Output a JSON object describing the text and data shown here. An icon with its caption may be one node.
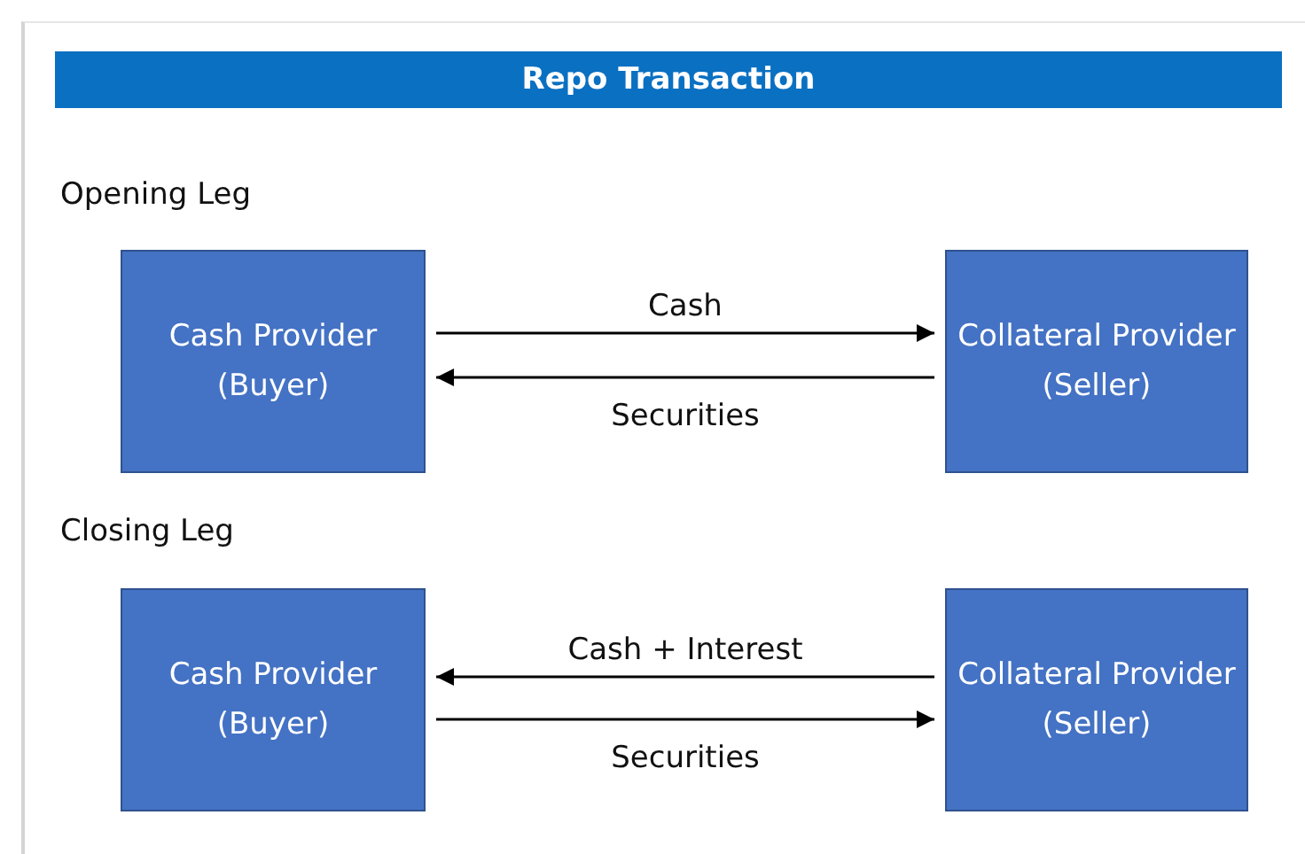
{
  "diagram": {
    "title": "Repo Transaction",
    "nodes": [
      {
        "text": [
          "Cash Provider (Buyer)"
        ]
      },
      {
        "text": [
          "Collateral Provider (Seller)"
        ]
      },
      {
        "text": [
          "Cash Provider (Buyer)"
        ]
      },
      {
        "text": [
          "Collateral Provider (Seller)"
        ]
      }
    ],
    "edges": [
      {
        "from": 0,
        "to": 1,
        "arrow": "to",
        "label": "Cash"
      },
      {
        "from": 1,
        "to": 0,
        "arrow": "to",
        "label": "Securities"
      },
      {
        "from": 3,
        "to": 2,
        "arrow": "to",
        "label": "Cash + Interest"
      },
      {
        "from": 2,
        "to": 3,
        "arrow": "to",
        "label": "Securities"
      }
    ],
    "labels": [
      "Opening Leg",
      "Closing Leg"
    ]
  }
}
